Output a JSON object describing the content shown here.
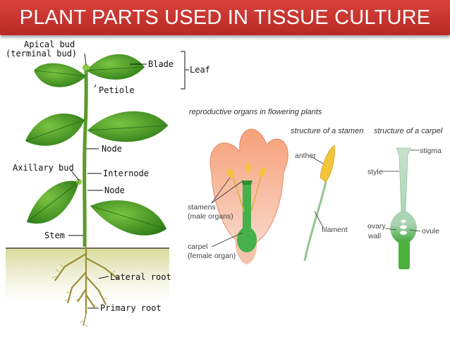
{
  "slide": {
    "title": "PLANT PARTS USED IN TISSUE CULTURE"
  },
  "plant_labels": {
    "apical_bud": "Apical bud",
    "terminal_bud": "(terminal bud)",
    "blade": "Blade",
    "leaf": "Leaf",
    "petiole": "Petiole",
    "node_upper": "Node",
    "axillary_bud": "Axillary bud",
    "internode": "Internode",
    "node_lower": "Node",
    "stem": "Stem",
    "lateral_root": "Lateral root",
    "primary_root": "Primary root"
  },
  "flower_panel": {
    "heading": "reproductive organs in flowering plants",
    "stamens": "stamens",
    "stamens_note": "(male organs)",
    "carpel": "carpel",
    "carpel_note": "(female organ)"
  },
  "stamen_panel": {
    "heading": "structure of a stamen",
    "anther": "anther",
    "filament": "filament"
  },
  "carpel_panel": {
    "heading": "structure of a carpel",
    "stigma": "stigma",
    "style": "style",
    "ovary": "ovary",
    "wall": "wall",
    "ovule": "ovule"
  },
  "colors": {
    "banner": "#c9332d",
    "leaf": "#3f9a24",
    "petal": "#f2a27e",
    "pistil": "#46b04a"
  }
}
